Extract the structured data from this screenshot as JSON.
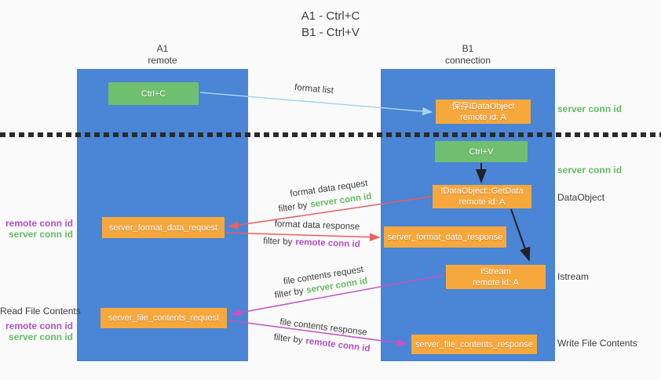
{
  "title": {
    "line1": "A1 - Ctrl+C",
    "line2": "B1 - Ctrl+V"
  },
  "columns": {
    "left": {
      "id": "A1",
      "name": "remote"
    },
    "right": {
      "id": "B1",
      "name": "connection"
    }
  },
  "nodes": {
    "ctrl_c": {
      "label": "Ctrl+C"
    },
    "save_dataobject": {
      "line1": "保存IDataObject",
      "line2": "remote id: A"
    },
    "ctrl_v": {
      "label": "Ctrl+V"
    },
    "getdata": {
      "line1": "IDataObject::GetData",
      "line2": "remote id: A"
    },
    "server_format_data_request": {
      "label": "server_format_data_request"
    },
    "server_format_data_response": {
      "label": "server_format_data_response"
    },
    "istream": {
      "line1": "IStream",
      "line2": "remote id: A"
    },
    "server_file_contents_request": {
      "label": "server_file_contents_request"
    },
    "server_file_contents_response": {
      "label": "server_file_contents_response"
    }
  },
  "flow_labels": {
    "format_list": "format list",
    "format_data_request": "format data request",
    "format_data_response": "format data response",
    "file_contents_request": "file contents request",
    "file_contents_response": "file contents response",
    "filter_by": "filter by",
    "server_conn_id": "server conn id",
    "remote_conn_id": "remote conn id"
  },
  "annotations": {
    "right": {
      "server_conn_id_1": "server conn id",
      "server_conn_id_2": "server conn id",
      "dataobject": "DataObject",
      "istream": "Istream",
      "write_file_contents": "Write File Contents"
    },
    "left": {
      "remote_conn_id_1": "remote conn id",
      "server_conn_id_1": "server conn id",
      "read_file_contents": "Read File Contents",
      "remote_conn_id_2": "remote conn id",
      "server_conn_id_2": "server conn id"
    }
  },
  "colors": {
    "bg": "#fafafa",
    "lane": "#4a85d6",
    "green_box": "#70bf70",
    "orange_box": "#f7a83c",
    "green_text": "#62bd62",
    "purple_text": "#b14fc4",
    "red_arrow": "#e86060",
    "magenta_arrow": "#c653c6",
    "blue_arrow": "#a9d3f2",
    "black_arrow": "#222222"
  }
}
